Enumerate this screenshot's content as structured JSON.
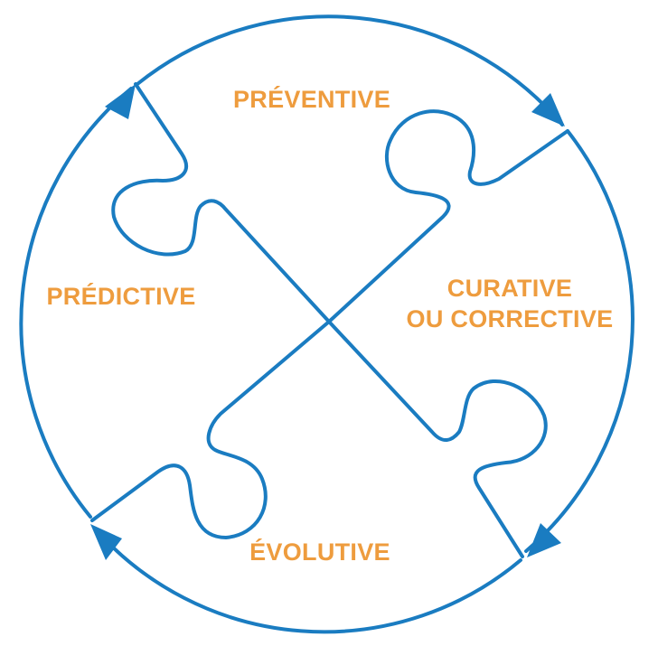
{
  "diagram": {
    "labels": {
      "preventive": "PRÉVENTIVE",
      "curative_line1": "CURATIVE",
      "curative_line2": "OU CORRECTIVE",
      "evolutive": "ÉVOLUTIVE",
      "predictive": "PRÉDICTIVE"
    },
    "colors": {
      "stroke": "#1a7cc1",
      "label": "#ee9c3e",
      "background": "#ffffff"
    }
  }
}
